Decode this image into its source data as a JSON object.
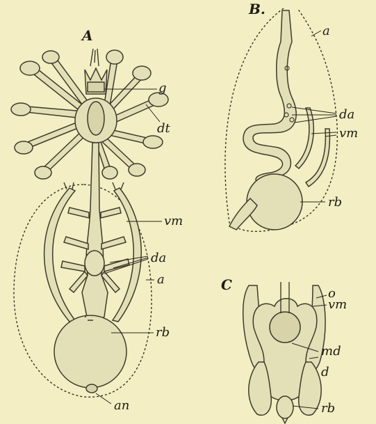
{
  "figures": {
    "A": {
      "letter": "A",
      "labels": {
        "g": "g",
        "dt": "dt",
        "vm": "vm",
        "da": "da",
        "a": "a",
        "rb": "rb",
        "an": "an"
      }
    },
    "B": {
      "letter": "B.",
      "labels": {
        "a": "a",
        "da": "da",
        "vm": "vm",
        "rb": "rb"
      }
    },
    "C": {
      "letter": "C",
      "labels": {
        "o": "o",
        "vm": "vm",
        "md": "md",
        "d": "d",
        "rb": "rb"
      }
    }
  }
}
